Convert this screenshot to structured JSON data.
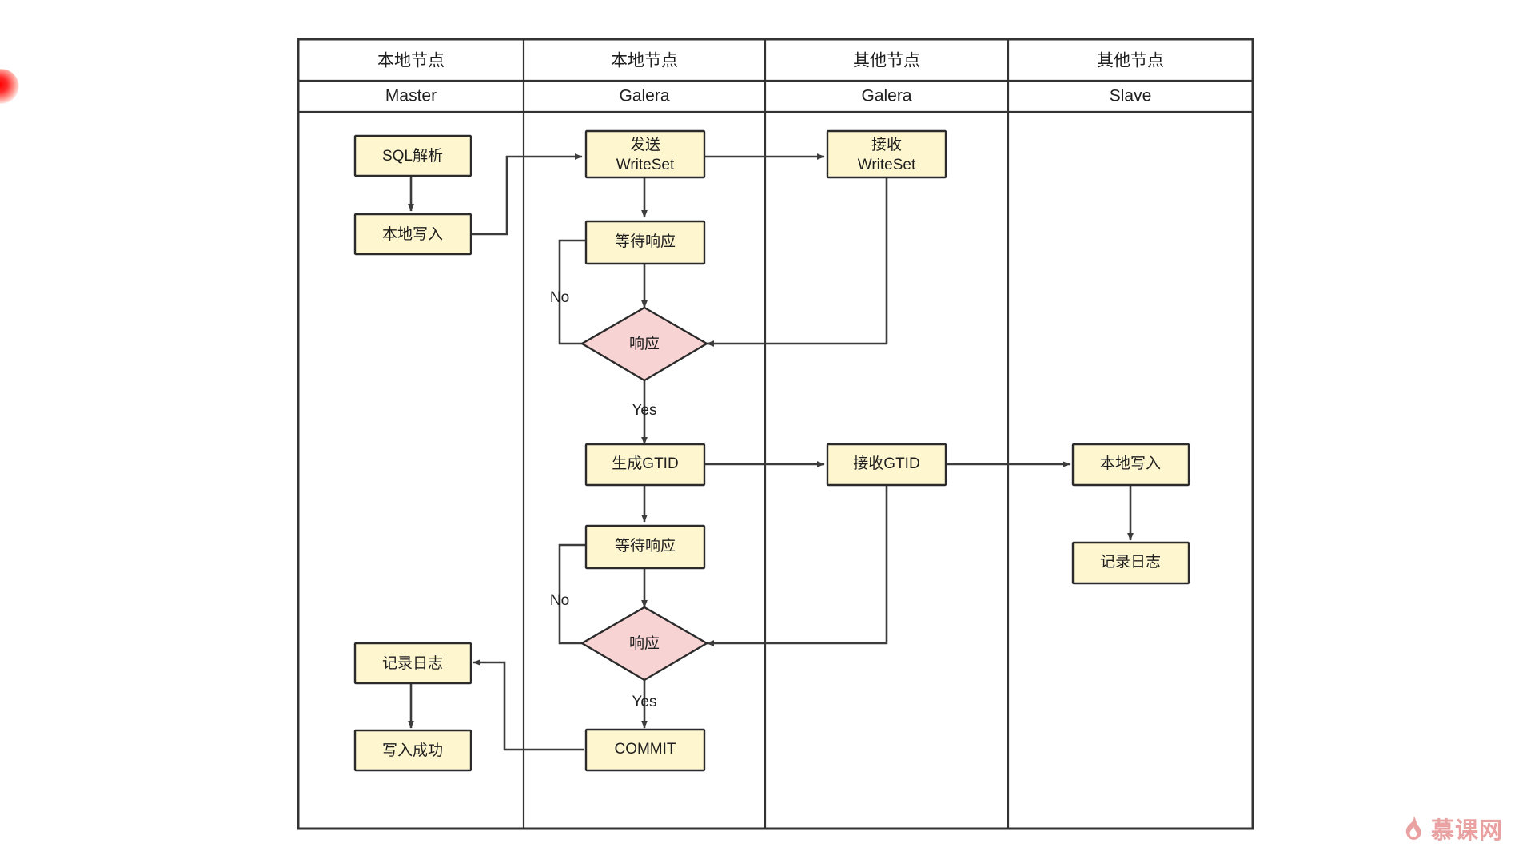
{
  "diagram": {
    "type": "flowchart-swimlane",
    "lanes": [
      {
        "title": "本地节点",
        "subtitle": "Master"
      },
      {
        "title": "本地节点",
        "subtitle": "Galera"
      },
      {
        "title": "其他节点",
        "subtitle": "Galera"
      },
      {
        "title": "其他节点",
        "subtitle": "Slave"
      }
    ],
    "nodes": {
      "sql_parse": {
        "label": "SQL解析",
        "shape": "process",
        "lane": 0
      },
      "local_write_m": {
        "label": "本地写入",
        "shape": "process",
        "lane": 0
      },
      "log_record_m": {
        "label": "记录日志",
        "shape": "process",
        "lane": 0
      },
      "write_success": {
        "label": "写入成功",
        "shape": "process",
        "lane": 0
      },
      "send_ws": {
        "label": "发送",
        "label2": "WriteSet",
        "shape": "process",
        "lane": 1
      },
      "wait_resp_1": {
        "label": "等待响应",
        "shape": "process",
        "lane": 1
      },
      "resp_1": {
        "label": "响应",
        "shape": "decision",
        "lane": 1
      },
      "gen_gtid": {
        "label": "生成GTID",
        "shape": "process",
        "lane": 1
      },
      "wait_resp_2": {
        "label": "等待响应",
        "shape": "process",
        "lane": 1
      },
      "resp_2": {
        "label": "响应",
        "shape": "decision",
        "lane": 1
      },
      "commit": {
        "label": "COMMIT",
        "shape": "process",
        "lane": 1
      },
      "recv_ws": {
        "label": "接收",
        "label2": "WriteSet",
        "shape": "process",
        "lane": 2
      },
      "recv_gtid": {
        "label": "接收GTID",
        "shape": "process",
        "lane": 2
      },
      "local_write_s": {
        "label": "本地写入",
        "shape": "process",
        "lane": 3
      },
      "log_record_s": {
        "label": "记录日志",
        "shape": "process",
        "lane": 3
      }
    },
    "edge_labels": {
      "no_1": "No",
      "yes_1": "Yes",
      "no_2": "No",
      "yes_2": "Yes"
    },
    "colors": {
      "process_fill": "#fdf6cf",
      "decision_fill": "#f8d3d3",
      "node_stroke": "#2b2b2b",
      "flow_stroke": "#3c3c3c",
      "lane_stroke": "#333333",
      "background": "#ffffff",
      "watermark": "#e89a9a",
      "cursor": "#ff0000"
    }
  },
  "watermark": {
    "text": "慕课网",
    "icon": "flame-icon"
  }
}
